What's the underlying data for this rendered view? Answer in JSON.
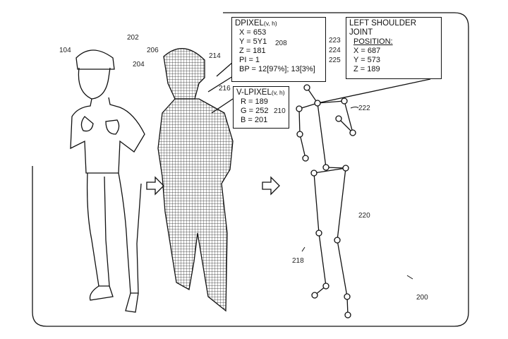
{
  "dpixel_box": {
    "title": "DPIXEL",
    "subscript": "(v, h)",
    "lines": [
      "X = 653",
      "Y = 5Y1",
      "Z = 181",
      "PI = 1",
      "BP = 12[97%]; 13[3%]"
    ]
  },
  "vlpixel_box": {
    "title": "V-LPIXEL",
    "subscript": "(v, h)",
    "lines": [
      "R = 189",
      "G = 252",
      "B = 201"
    ]
  },
  "joint_box": {
    "title": "LEFT SHOULDER JOINT",
    "subtitle": "POSITION:",
    "lines": [
      "X = 687",
      "Y = 573",
      "Z = 189"
    ]
  },
  "reference_numerals": {
    "r202": "202",
    "r104": "104",
    "r206": "206",
    "r204": "204",
    "r214": "214",
    "r208": "208",
    "r216": "216",
    "r210": "210",
    "r223": "223",
    "r224": "224",
    "r225": "225",
    "r222": "222",
    "r220": "220",
    "r218": "218",
    "r200": "200"
  }
}
